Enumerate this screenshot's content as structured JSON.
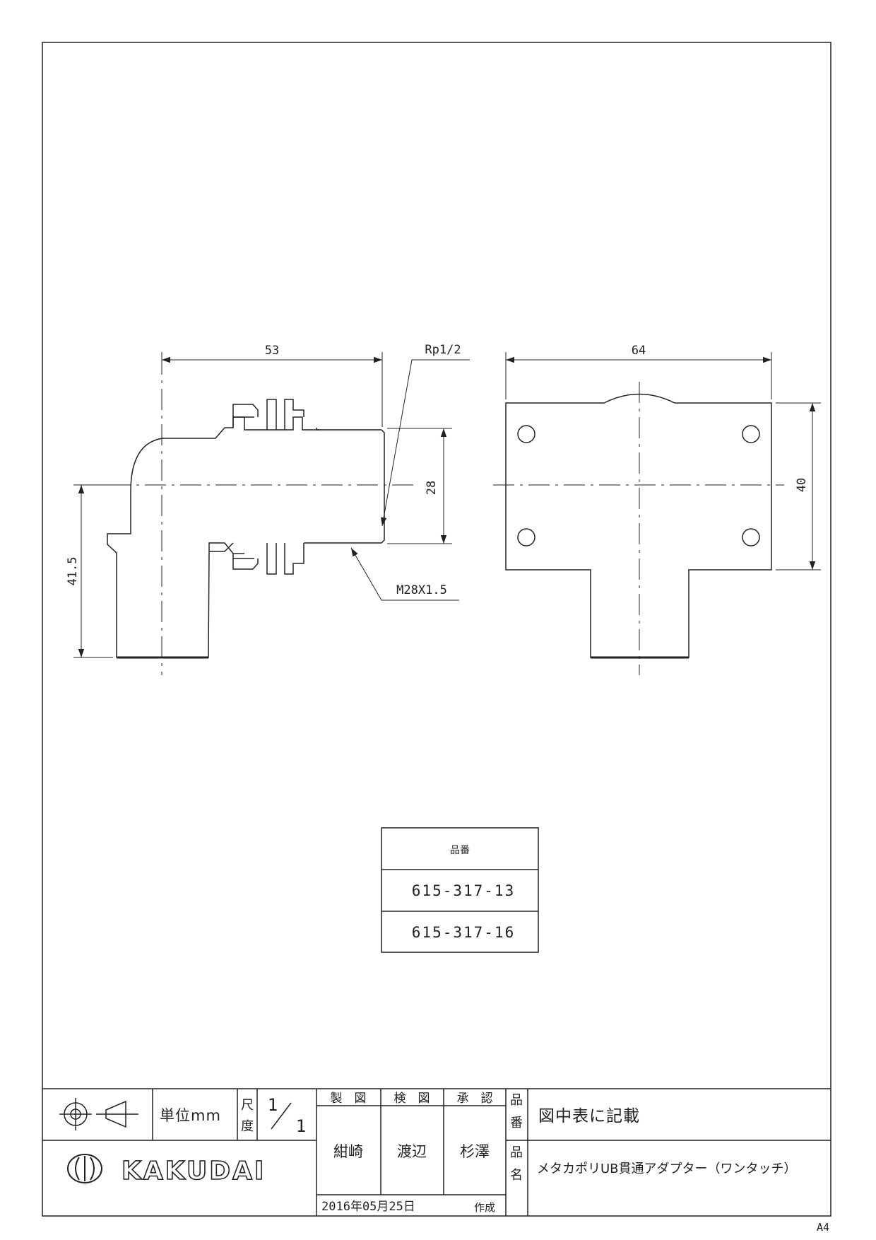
{
  "dimensions": {
    "width_53": "53",
    "width_64": "64",
    "height_28": "28",
    "height_40": "40",
    "height_41_5": "41.5",
    "thread_rp": "Rp1/2",
    "thread_m": "M28X1.5"
  },
  "parts_table": {
    "header": "品番",
    "rows": [
      "615-317-13",
      "615-317-16"
    ]
  },
  "title_block": {
    "unit_label": "単位mm",
    "scale_label_top": "尺",
    "scale_label_bottom": "度",
    "scale_num": "1",
    "scale_den": "1",
    "drafted_label": "製　図",
    "checked_label": "検　図",
    "approved_label": "承　認",
    "drafted_by": "紺崎",
    "checked_by": "渡辺",
    "approved_by": "杉澤",
    "part_no_label_1": "品",
    "part_no_label_2": "番",
    "part_no_value": "図中表に記載",
    "part_name_label_1": "品",
    "part_name_label_2": "名",
    "part_name_value": "メタカポリUB貫通アダプター（ワンタッチ）",
    "date": "2016年05月25日",
    "created_label": "作成",
    "brand": "KAKUDAI"
  },
  "paper_size": "A4"
}
